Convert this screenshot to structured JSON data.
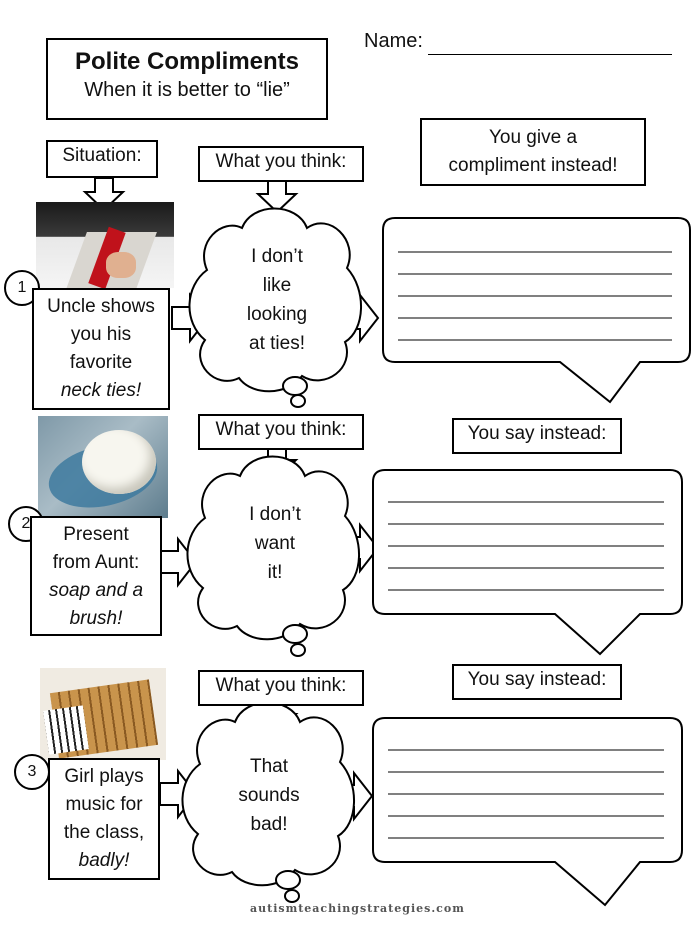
{
  "header": {
    "title": "Polite Compliments",
    "subtitle": "When it is better to “lie”",
    "name_label": "Name:"
  },
  "columns": {
    "situation": "Situation:",
    "think": "What you think:",
    "compliment_l1": "You give a",
    "compliment_l2": "compliment instead!",
    "say_instead": "You say instead:"
  },
  "scenarios": [
    {
      "number": "1",
      "situation": [
        "Uncle shows",
        "you his",
        "favorite",
        "neck ties!"
      ],
      "thought": [
        "I don’t",
        "like",
        "looking",
        "at ties!"
      ]
    },
    {
      "number": "2",
      "situation": [
        "Present",
        "from Aunt:",
        "soap and a",
        "brush!"
      ],
      "thought": [
        "I don’t",
        "want",
        "it!"
      ]
    },
    {
      "number": "3",
      "situation": [
        "Girl plays",
        "music for",
        "the class,",
        "badly!"
      ],
      "thought": [
        "That",
        "sounds",
        "bad!"
      ]
    }
  ],
  "watermark": "autismteachingstrategies.com"
}
